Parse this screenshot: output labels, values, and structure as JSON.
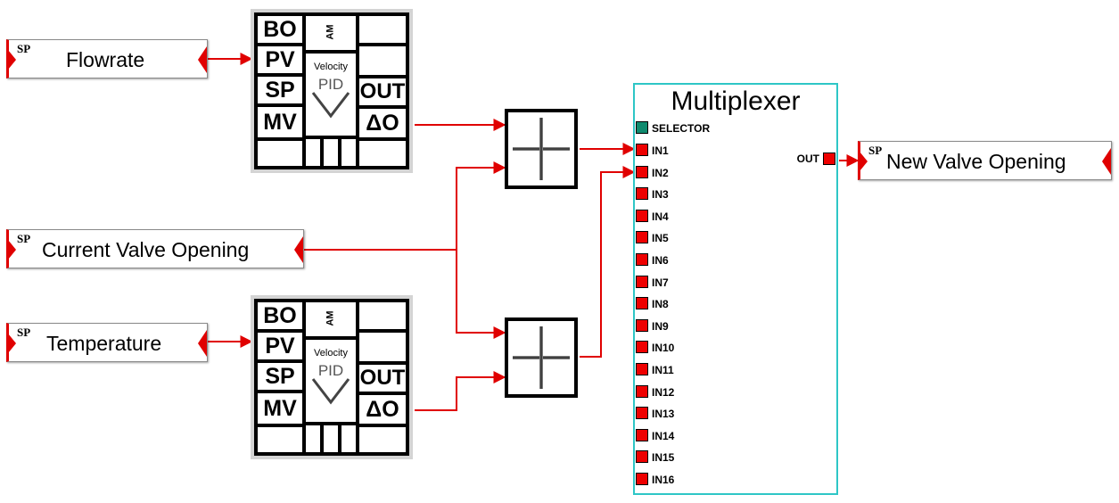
{
  "inputs": {
    "sp_tag": "SP",
    "flowrate": "Flowrate",
    "current_valve": "Current Valve Opening",
    "temperature": "Temperature"
  },
  "pid_blocks": [
    {
      "bo": "BO",
      "pv": "PV",
      "sp": "SP",
      "mv": "MV",
      "am": "AM",
      "mode": "Velocity",
      "name": "PID",
      "out": "OUT",
      "delta_o": "ΔO"
    },
    {
      "bo": "BO",
      "pv": "PV",
      "sp": "SP",
      "mv": "MV",
      "am": "AM",
      "mode": "Velocity",
      "name": "PID",
      "out": "OUT",
      "delta_o": "ΔO"
    }
  ],
  "multiplexer": {
    "title": "Multiplexer",
    "selector": "SELECTOR",
    "inputs": [
      "IN1",
      "IN2",
      "IN3",
      "IN4",
      "IN5",
      "IN6",
      "IN7",
      "IN8",
      "IN9",
      "IN10",
      "IN11",
      "IN12",
      "IN13",
      "IN14",
      "IN15",
      "IN16"
    ],
    "out": "OUT"
  },
  "output": {
    "sp_tag": "SP",
    "label": "New Valve Opening"
  },
  "colors": {
    "wire": "#e00000",
    "port": "#ee0000",
    "selector_port": "#0f8a6e",
    "mux_border": "#2ec6c6"
  }
}
